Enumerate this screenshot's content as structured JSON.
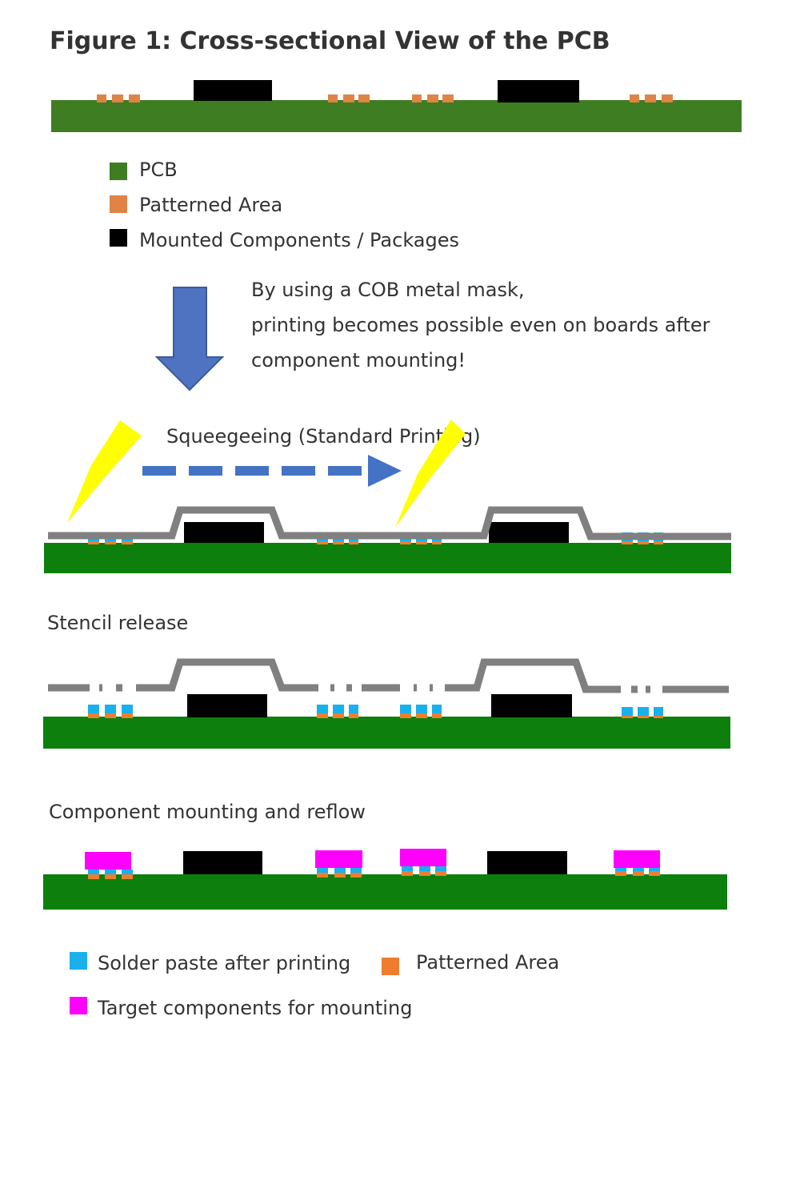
{
  "title": "Figure 1: Cross-sectional View of the PCB",
  "colors": {
    "pcb_top": "#3e7d22",
    "pcb": "#0c7f0c",
    "patterned_area": "#df8446",
    "pad": "#ee7d2e",
    "component": "#000000",
    "solder_paste": "#1ab0eb",
    "target_component": "#ff00ff",
    "stencil": "#808080",
    "arrow": "#4472c4",
    "squeegee": "#ffff00"
  },
  "legend_top": [
    {
      "label": "PCB",
      "color": "#3e7d22"
    },
    {
      "label": "Patterned Area",
      "color": "#df8446"
    },
    {
      "label": "Mounted Components / Packages",
      "color": "#000000"
    }
  ],
  "note": [
    "By using a COB metal mask,",
    "printing becomes possible even on boards after",
    "component mounting!"
  ],
  "step1_label": "Squeegeeing (Standard Printing)",
  "step2_label": "Stencil release",
  "step3_label": "Component mounting and reflow",
  "legend_bottom": {
    "solder_paste": "Solder paste after printing",
    "patterned_area": "Patterned Area",
    "target_components": "Target components for mounting"
  }
}
